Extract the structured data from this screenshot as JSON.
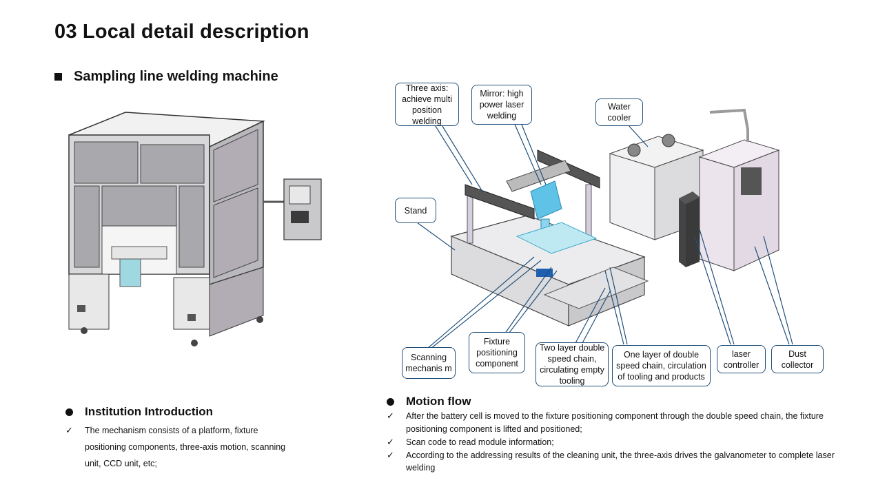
{
  "page_title": "03 Local detail description",
  "subtitle": "Sampling line welding machine",
  "callouts": {
    "three_axis": "Three axis: achieve multi position welding",
    "mirror": "Mirror: high power laser welding",
    "water_cooler": "Water cooler",
    "stand": "Stand",
    "scanning": "Scanning mechanis m",
    "fixture": "Fixture positioning component",
    "two_layer": "Two layer double speed chain, circulating empty tooling",
    "one_layer": "One layer of double speed chain, circulation of tooling and products",
    "laser_controller": "laser controller",
    "dust_collector": "Dust collector"
  },
  "institution": {
    "heading": "Institution Introduction",
    "items": [
      "The mechanism consists of a platform, fixture positioning components, three-axis motion, scanning unit, CCD unit, etc;"
    ]
  },
  "motion": {
    "heading": "Motion flow",
    "items": [
      "After the battery cell is moved to the fixture positioning component through the double speed chain, the fixture positioning component is lifted and positioned;",
      "Scan code to read module information;",
      "According to the addressing results of the cleaning unit, the three-axis drives the galvanometer to complete laser welding"
    ]
  },
  "icons": {
    "check": "checkmark-icon",
    "square_bullet": "square-bullet-icon",
    "dot_bullet": "dot-bullet-icon"
  },
  "colors": {
    "callout_border": "#1f4e79",
    "machine_frame": "#8a8a90",
    "panel_gray": "#a9a9ad",
    "cabinet_pink": "#ece4ec",
    "laser_blue": "#5fc3e8"
  }
}
